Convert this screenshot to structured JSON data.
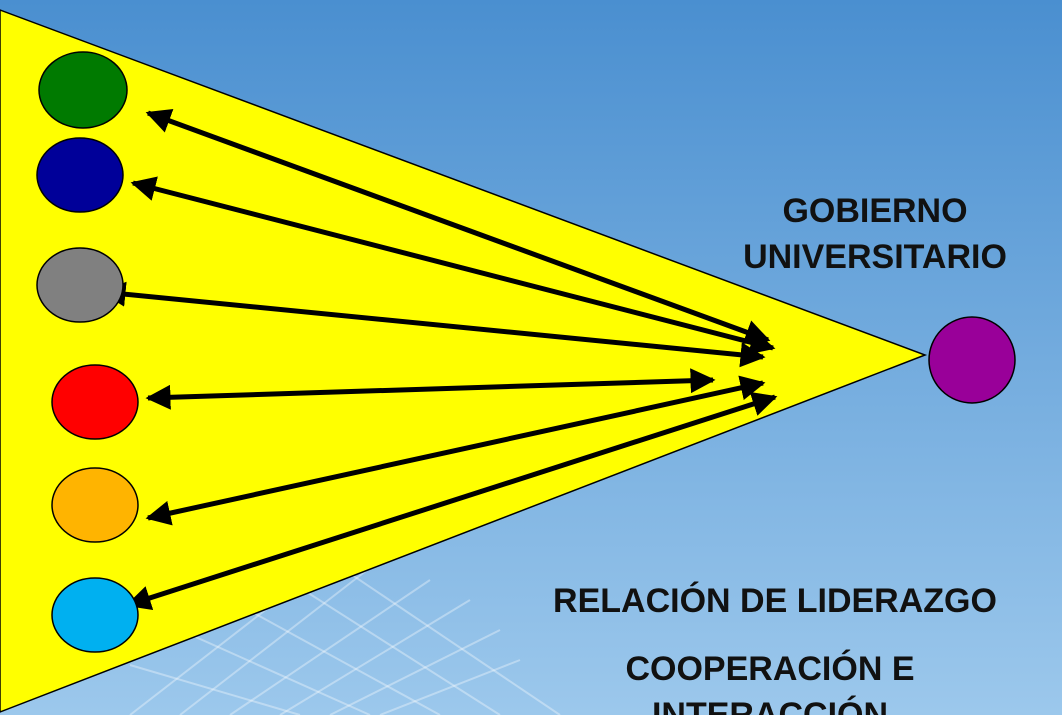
{
  "labels": {
    "gobierno_line1": "GOBIERNO",
    "gobierno_line2": "UNIVERSITARIO",
    "relacion": "RELACIÓN DE LIDERAZGO",
    "cooperacion_line1": "COOPERACIÓN E",
    "cooperacion_line2": "INTERACCIÓN"
  },
  "colors": {
    "background_top": "#4a8fd0",
    "background_bottom": "#9cc8ec",
    "triangle_fill": "#ffff00",
    "arrow": "#000000",
    "leader_node": "#990099"
  },
  "nodes": [
    {
      "id": "green",
      "color": "#007a00"
    },
    {
      "id": "navy",
      "color": "#000099"
    },
    {
      "id": "gray",
      "color": "#808080"
    },
    {
      "id": "red",
      "color": "#ff0000"
    },
    {
      "id": "orange",
      "color": "#ffb400"
    },
    {
      "id": "sky-blue",
      "color": "#00b0f0"
    }
  ]
}
